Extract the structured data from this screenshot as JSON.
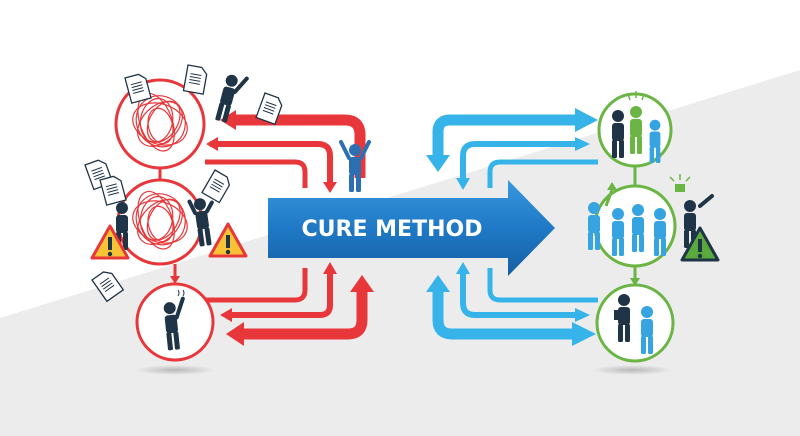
{
  "diagram": {
    "center_arrow": {
      "label": "CURE METHOD",
      "color": "#1d77c4"
    },
    "colors": {
      "problem_red": "#e8373a",
      "solution_blue": "#36b4ea",
      "solution_green": "#6bb544",
      "figure_dark": "#1f3447",
      "figure_blue": "#2c8fd6",
      "warning_yellow": "#f7c235",
      "warning_green": "#5aa93d",
      "bg_gray": "#ececec"
    },
    "left_side": {
      "theme": "problems",
      "nodes": [
        {
          "id": "chaos-1",
          "icon": "tangled-scribble-icon"
        },
        {
          "id": "chaos-2",
          "icon": "tangled-scribble-icon",
          "warnings": 2
        },
        {
          "id": "stressed-person",
          "icon": "stressed-person-icon"
        }
      ]
    },
    "right_side": {
      "theme": "solutions",
      "nodes": [
        {
          "id": "happy-family",
          "icon": "happy-group-icon"
        },
        {
          "id": "happy-team",
          "icon": "happy-team-icon",
          "warnings": 1
        },
        {
          "id": "collaboration",
          "icon": "two-people-tablet-icon"
        }
      ]
    }
  }
}
